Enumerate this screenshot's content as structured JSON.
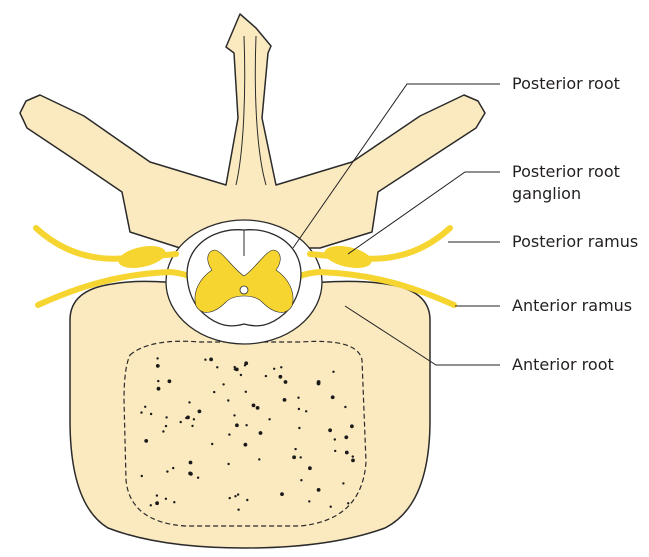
{
  "colors": {
    "bone_fill": "#fbeac0",
    "bone_stroke": "#2b2b2b",
    "nerve_fill": "#f6d531",
    "spinal_cord": "#ffffff",
    "leader_line": "#231f20"
  },
  "labels": {
    "posterior_root": "Posterior root",
    "posterior_root_ganglion_line1": "Posterior root",
    "posterior_root_ganglion_line2": "ganglion",
    "posterior_ramus": "Posterior ramus",
    "anterior_ramus": "Anterior ramus",
    "anterior_root": "Anterior root"
  }
}
